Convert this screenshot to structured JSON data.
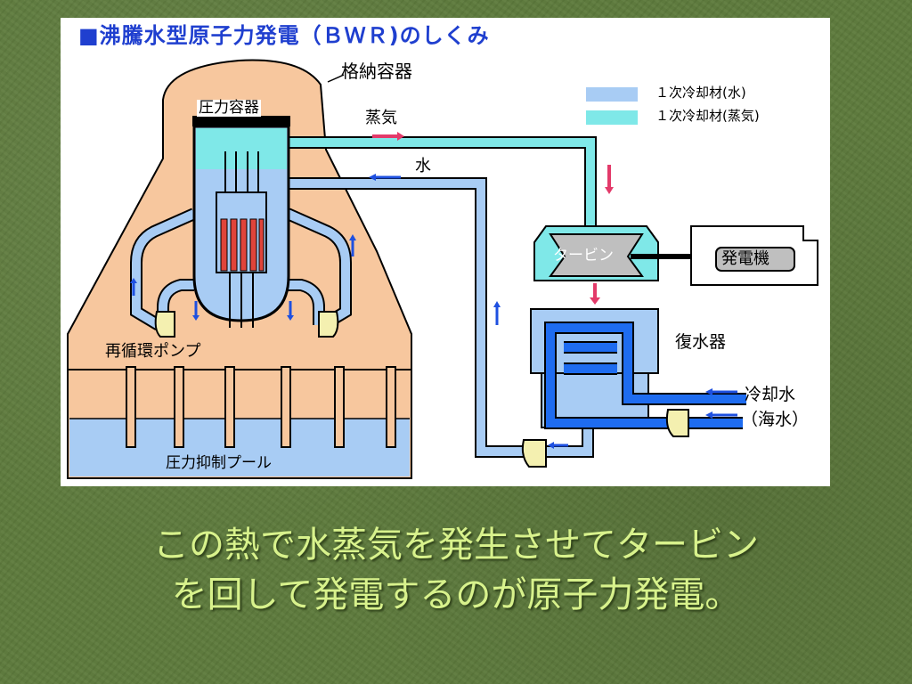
{
  "diagram": {
    "title": "■沸騰水型原子力発電（ＢＷＲ)のしくみ",
    "labels": {
      "containment": "格納容器",
      "pressure_vessel": "圧力容器",
      "steam": "蒸気",
      "water": "水",
      "turbine": "タービン",
      "generator": "発電機",
      "condenser": "復水器",
      "recirc_pump": "再循環ポンプ",
      "suppression_pool": "圧力抑制プール",
      "cooling_water": "冷却水",
      "sea_water": "（海水）"
    },
    "legend": [
      {
        "label": "１次冷却材(水)",
        "color": "#a8ccf4"
      },
      {
        "label": "１次冷却材(蒸気)",
        "color": "#7fe8e8"
      }
    ]
  },
  "caption": {
    "line1": "この熱で水蒸気を発生させてタービン",
    "line2": "を回して発電するのが原子力発電。"
  },
  "colors": {
    "title_blue": "#1f3fcf",
    "containment": "#f7c79e",
    "water": "#a8ccf4",
    "steam": "#7fe8e8",
    "cooling": "#1e6cf0",
    "core_rod": "#e0443a",
    "pump": "#f4f0b0",
    "caption": "#d8f28c"
  }
}
